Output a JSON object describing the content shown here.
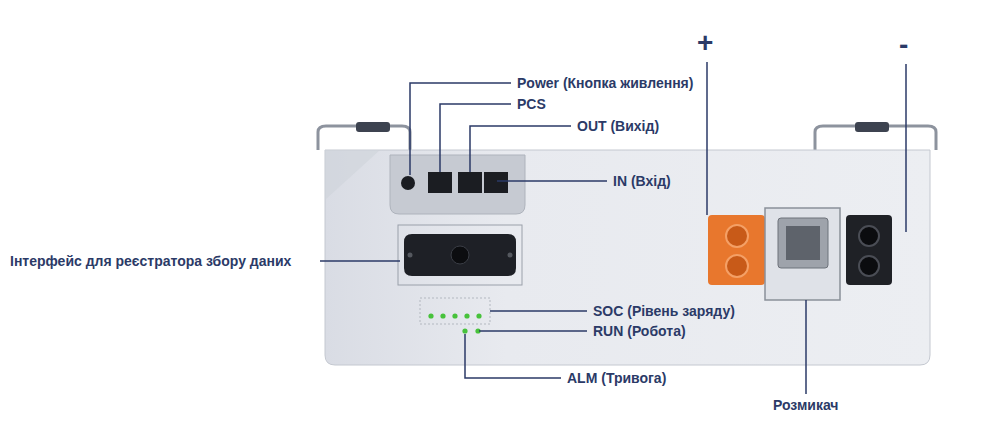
{
  "diagram": {
    "labels": [
      "+",
      "-",
      "Power (Кнопка живлення)",
      "PCS",
      "OUT (Вихід)",
      "IN (Вхід)",
      "Інтерфейс для реєстратора збору даних",
      "SOC (Рівень заряду)",
      "RUN (Робота)",
      "ALM (Тривога)",
      "Розмикач"
    ]
  }
}
